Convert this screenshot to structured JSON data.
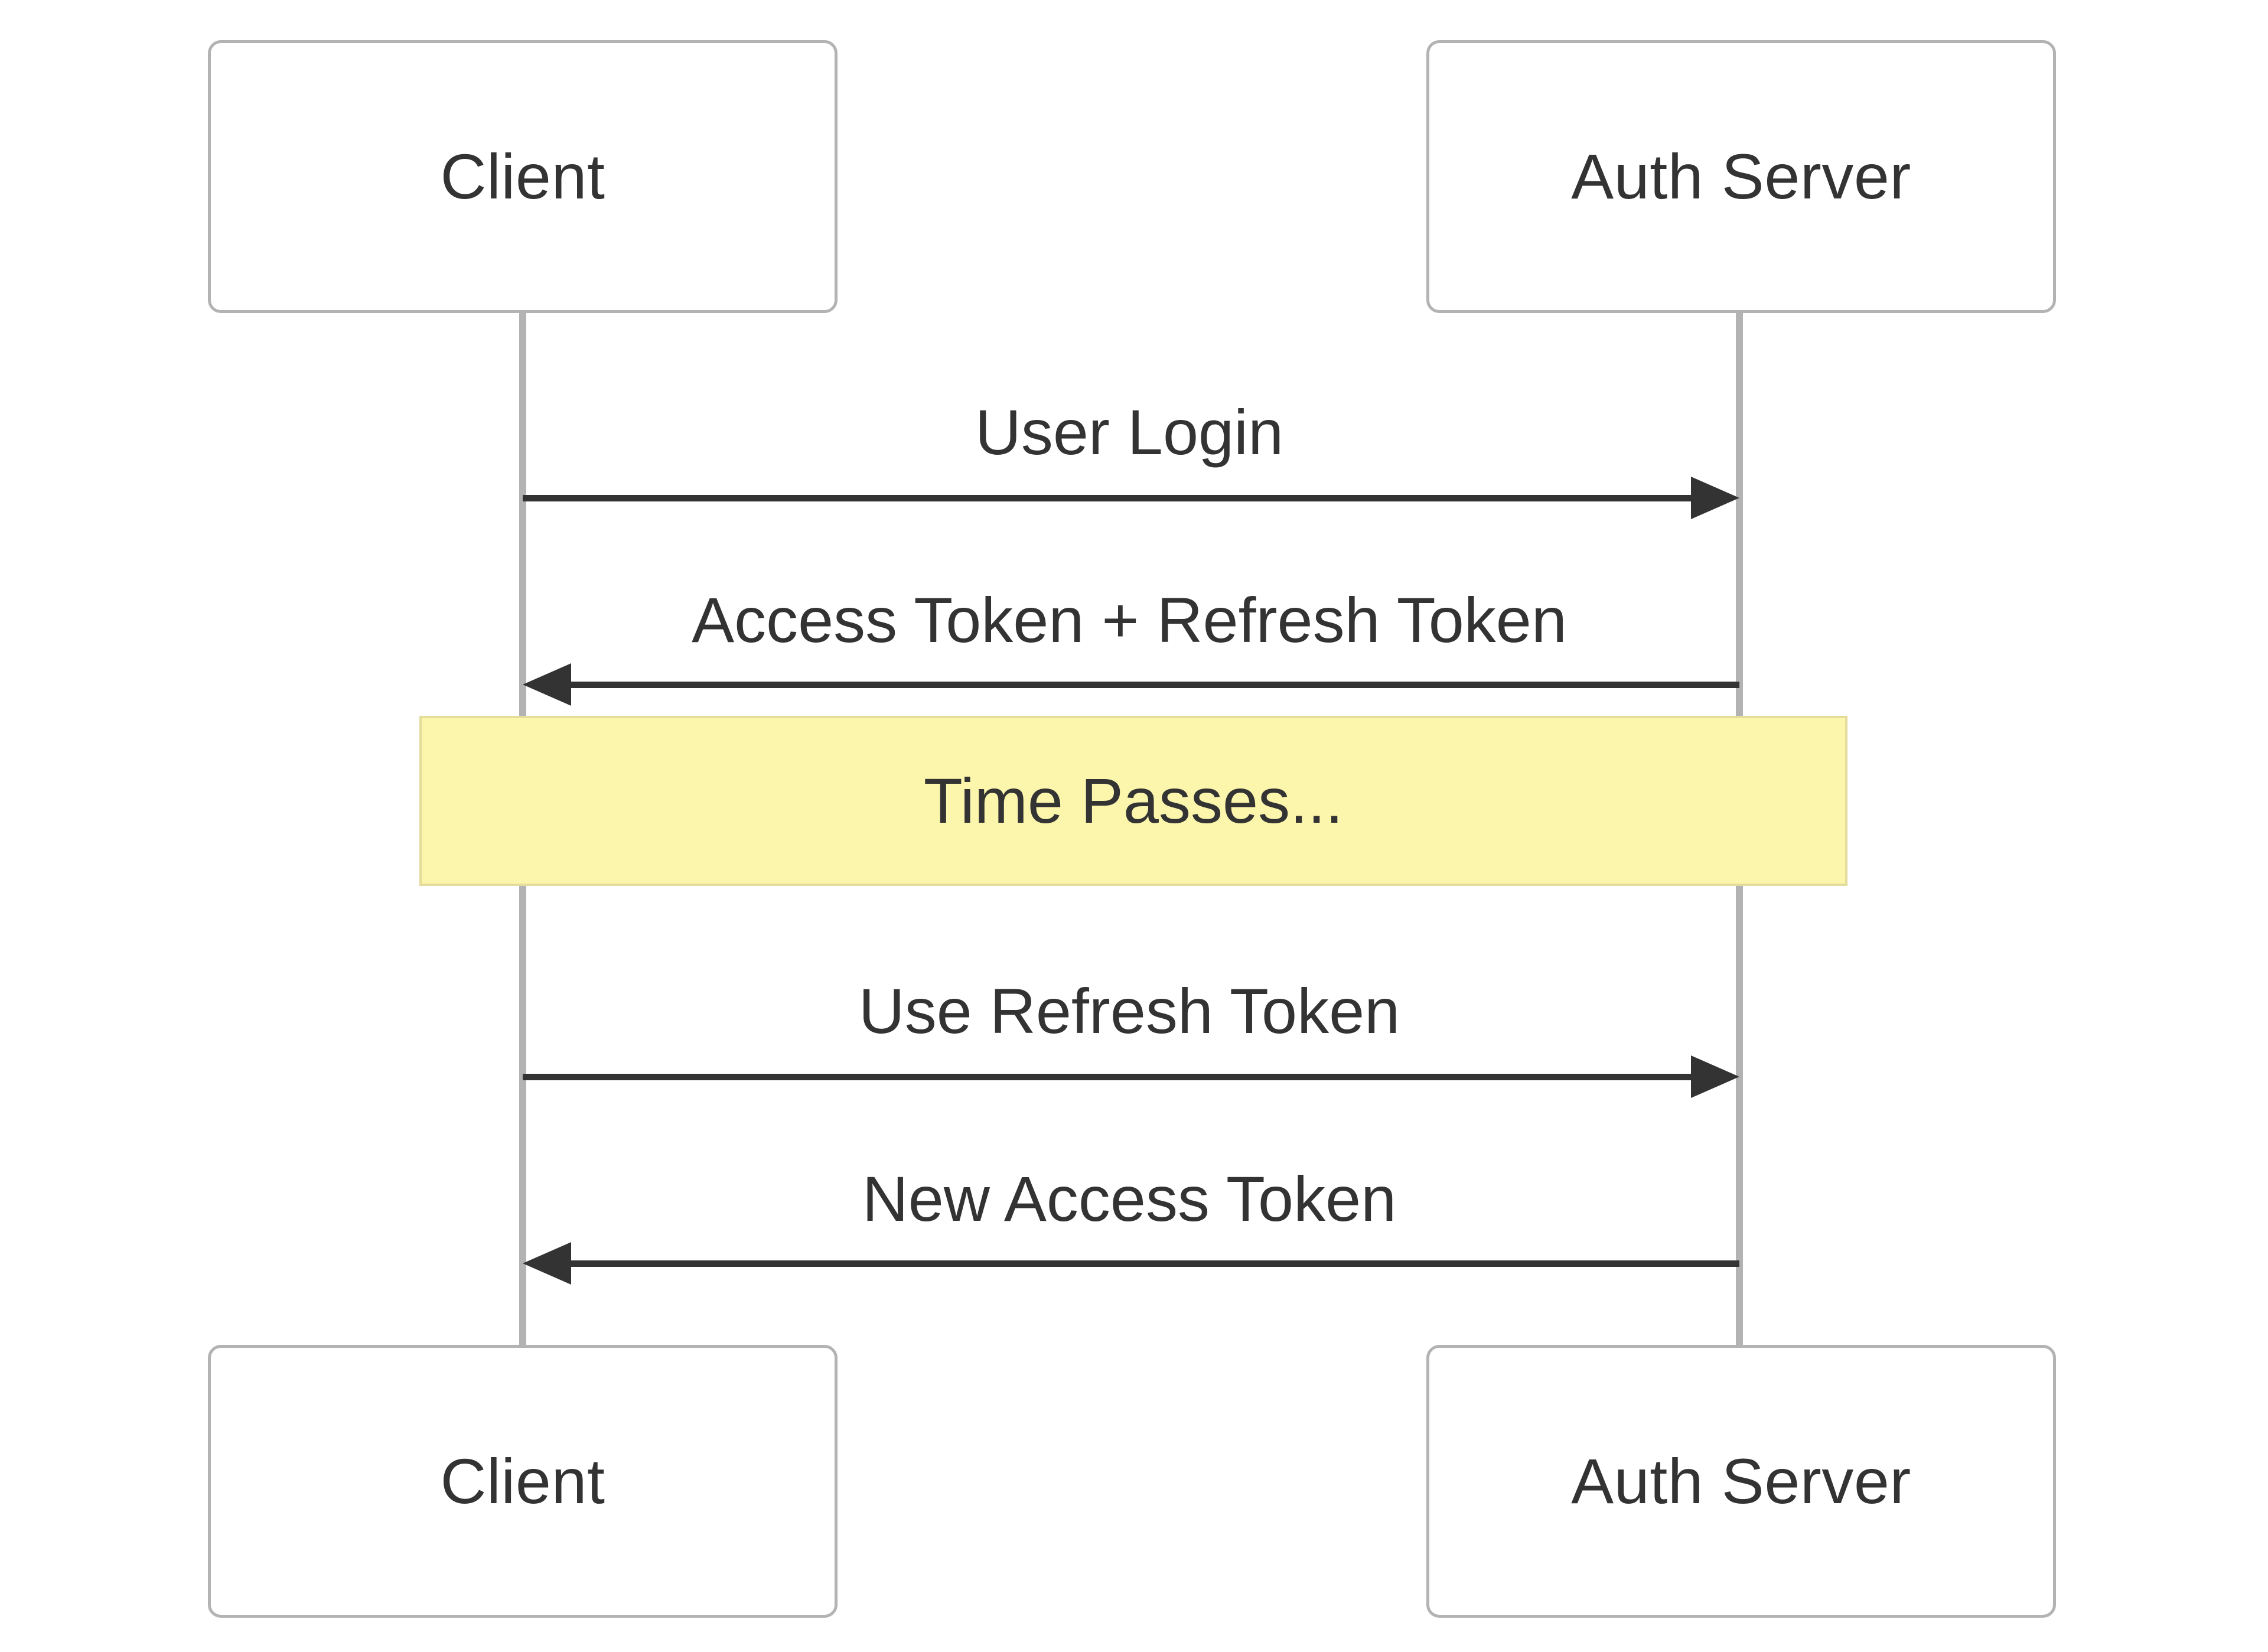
{
  "diagram": {
    "type": "sequence-diagram",
    "title": "",
    "background_color": "#ffffff",
    "text_color": "#333333",
    "box_border_color": "#b3b3b3",
    "lifeline_color": "#b3b3b3",
    "arrow_color": "#333333",
    "note_fill_color": "#fcf6ad",
    "note_border_color": "#e3dc9a"
  },
  "participants": [
    {
      "id": "client",
      "label": "Client"
    },
    {
      "id": "auth_server",
      "label": "Auth Server"
    }
  ],
  "participants_bottom": [
    {
      "id": "client_bottom",
      "label": "Client"
    },
    {
      "id": "auth_server_bottom",
      "label": "Auth Server"
    }
  ],
  "messages": [
    {
      "id": "m1",
      "label": "User Login",
      "from": "client",
      "to": "auth_server",
      "direction": "right"
    },
    {
      "id": "m2",
      "label": "Access Token + Refresh Token",
      "from": "auth_server",
      "to": "client",
      "direction": "left"
    },
    {
      "id": "m3",
      "label": "Use Refresh Token",
      "from": "client",
      "to": "auth_server",
      "direction": "right"
    },
    {
      "id": "m4",
      "label": "New Access Token",
      "from": "auth_server",
      "to": "client",
      "direction": "left"
    }
  ],
  "notes": [
    {
      "id": "n1",
      "label": "Time Passes...",
      "span": "across"
    }
  ]
}
